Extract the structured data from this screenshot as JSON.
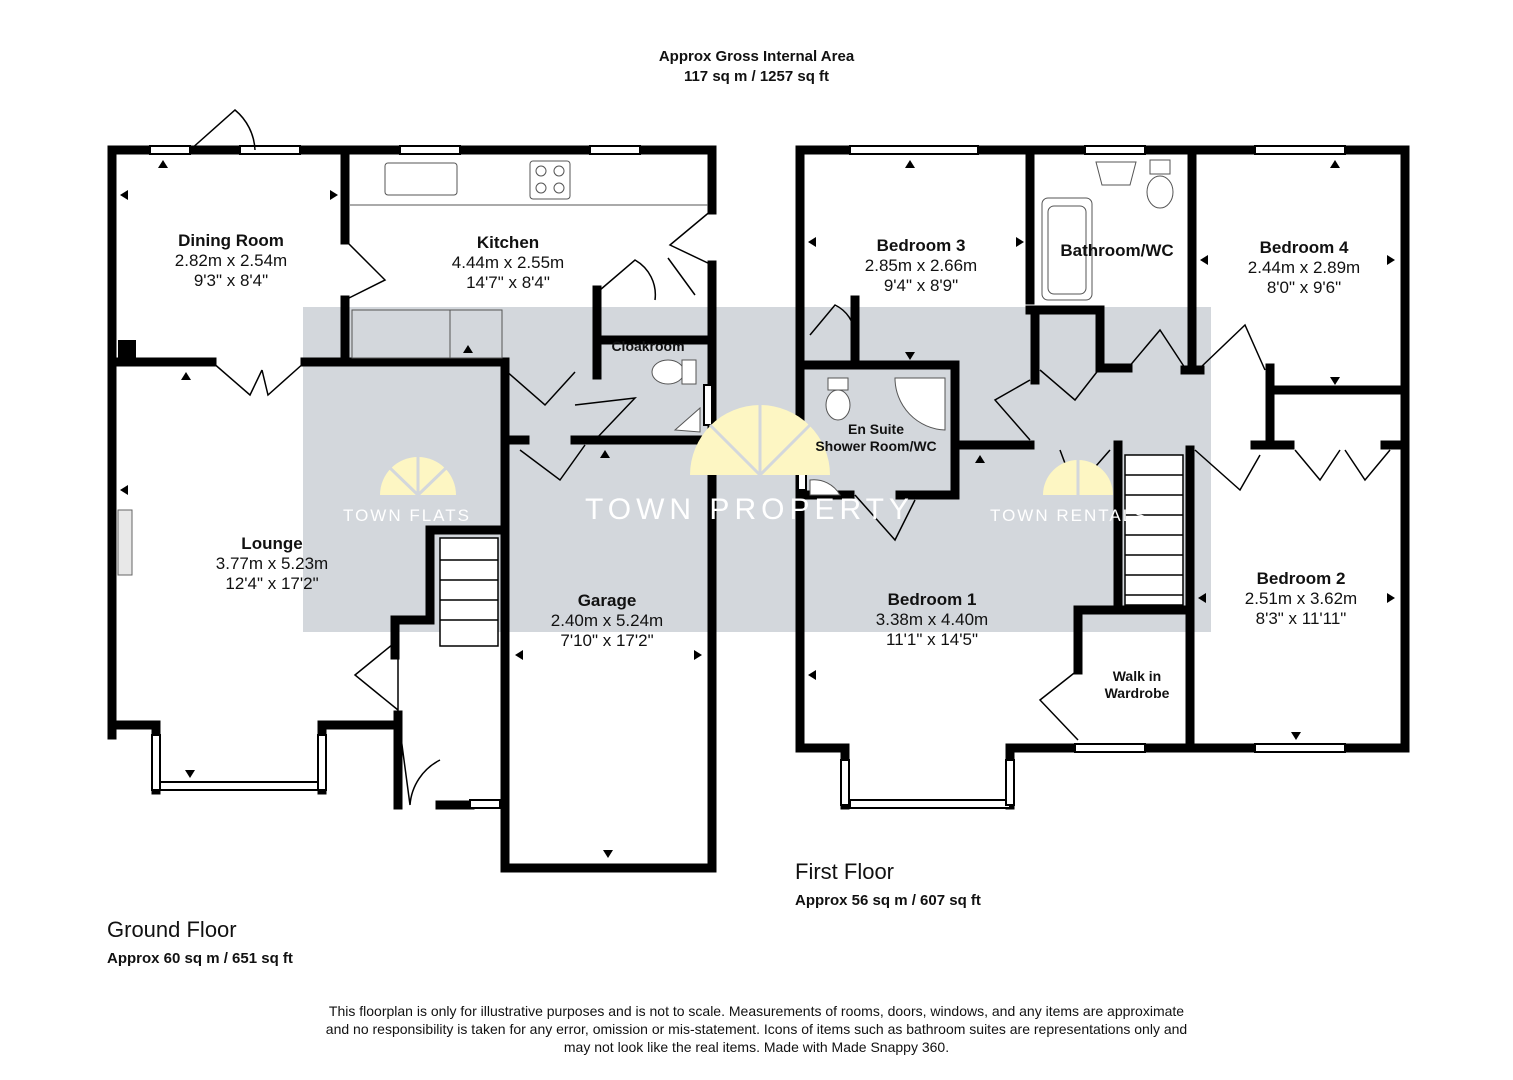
{
  "header": {
    "line1": "Approx Gross Internal Area",
    "line2": "117 sq m / 1257 sq ft"
  },
  "watermark": {
    "left": "TOWN FLATS",
    "center": "TOWN PROPERTY",
    "right": "TOWN RENTALS",
    "band_color": "#d3d7dc",
    "sun_color": "#fdf6c3"
  },
  "ground_floor": {
    "name": "Ground Floor",
    "area": "Approx 60 sq m / 651 sq ft",
    "rooms": {
      "dining": {
        "name": "Dining Room",
        "metric": "2.82m x 2.54m",
        "imperial": "9'3\" x 8'4\""
      },
      "kitchen": {
        "name": "Kitchen",
        "metric": "4.44m x 2.55m",
        "imperial": "14'7\" x 8'4\""
      },
      "lounge": {
        "name": "Lounge",
        "metric": "3.77m x 5.23m",
        "imperial": "12'4\" x 17'2\""
      },
      "garage": {
        "name": "Garage",
        "metric": "2.40m x 5.24m",
        "imperial": "7'10\" x 17'2\""
      },
      "cloakroom": {
        "name": "Cloakroom"
      }
    }
  },
  "first_floor": {
    "name": "First Floor",
    "area": "Approx 56 sq m / 607 sq ft",
    "rooms": {
      "bedroom3": {
        "name": "Bedroom 3",
        "metric": "2.85m x 2.66m",
        "imperial": "9'4\" x 8'9\""
      },
      "bathroom": {
        "name": "Bathroom/WC"
      },
      "bedroom4": {
        "name": "Bedroom 4",
        "metric": "2.44m x 2.89m",
        "imperial": "8'0\" x 9'6\""
      },
      "ensuite": {
        "name_line1": "En Suite",
        "name_line2": "Shower Room/WC"
      },
      "bedroom1": {
        "name": "Bedroom 1",
        "metric": "3.38m x 4.40m",
        "imperial": "11'1\" x 14'5\""
      },
      "bedroom2": {
        "name": "Bedroom 2",
        "metric": "2.51m x 3.62m",
        "imperial": "8'3\" x 11'11\""
      },
      "wardrobe": {
        "name_line1": "Walk in",
        "name_line2": "Wardrobe"
      }
    }
  },
  "disclaimer": {
    "line1": "This floorplan is only for illustrative purposes and is not to scale. Measurements of rooms, doors, windows, and any items are approximate",
    "line2": "and no responsibility is taken for any error, omission or mis-statement. Icons of items such as bathroom suites are representations only and",
    "line3": "may not look like the real items. Made with Made Snappy 360."
  }
}
